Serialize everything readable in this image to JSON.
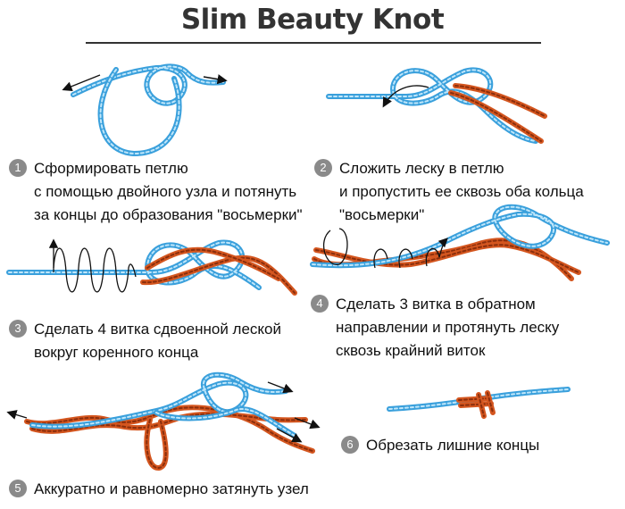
{
  "title": "Slim Beauty Knot",
  "steps": [
    {
      "num": "1",
      "lines": [
        "Сформировать петлю",
        "с помощью двойного узла и потянуть",
        "за концы до образования \"восьмерки\""
      ]
    },
    {
      "num": "2",
      "lines": [
        "Сложить леску в петлю",
        "и пропустить ее сквозь оба кольца",
        "\"восьмерки\""
      ]
    },
    {
      "num": "3",
      "lines": [
        "Сделать 4 витка сдвоенной леской",
        "вокруг коренного конца"
      ]
    },
    {
      "num": "4",
      "lines": [
        "Сделать 3 витка в обратном",
        "направлении и протянуть леску",
        "сквозь крайний виток"
      ]
    },
    {
      "num": "5",
      "lines": [
        "Аккуратно и равномерно затянуть узел"
      ]
    },
    {
      "num": "6",
      "lines": [
        "Обрезать лишние концы"
      ]
    }
  ],
  "colors": {
    "main_line": "#3aa0dc",
    "main_line_light": "#bfe6fa",
    "leader_line": "#d4561f",
    "leader_line_dark": "#8a2e0c",
    "badge": "#8a8a8a",
    "arrow": "#111111"
  }
}
